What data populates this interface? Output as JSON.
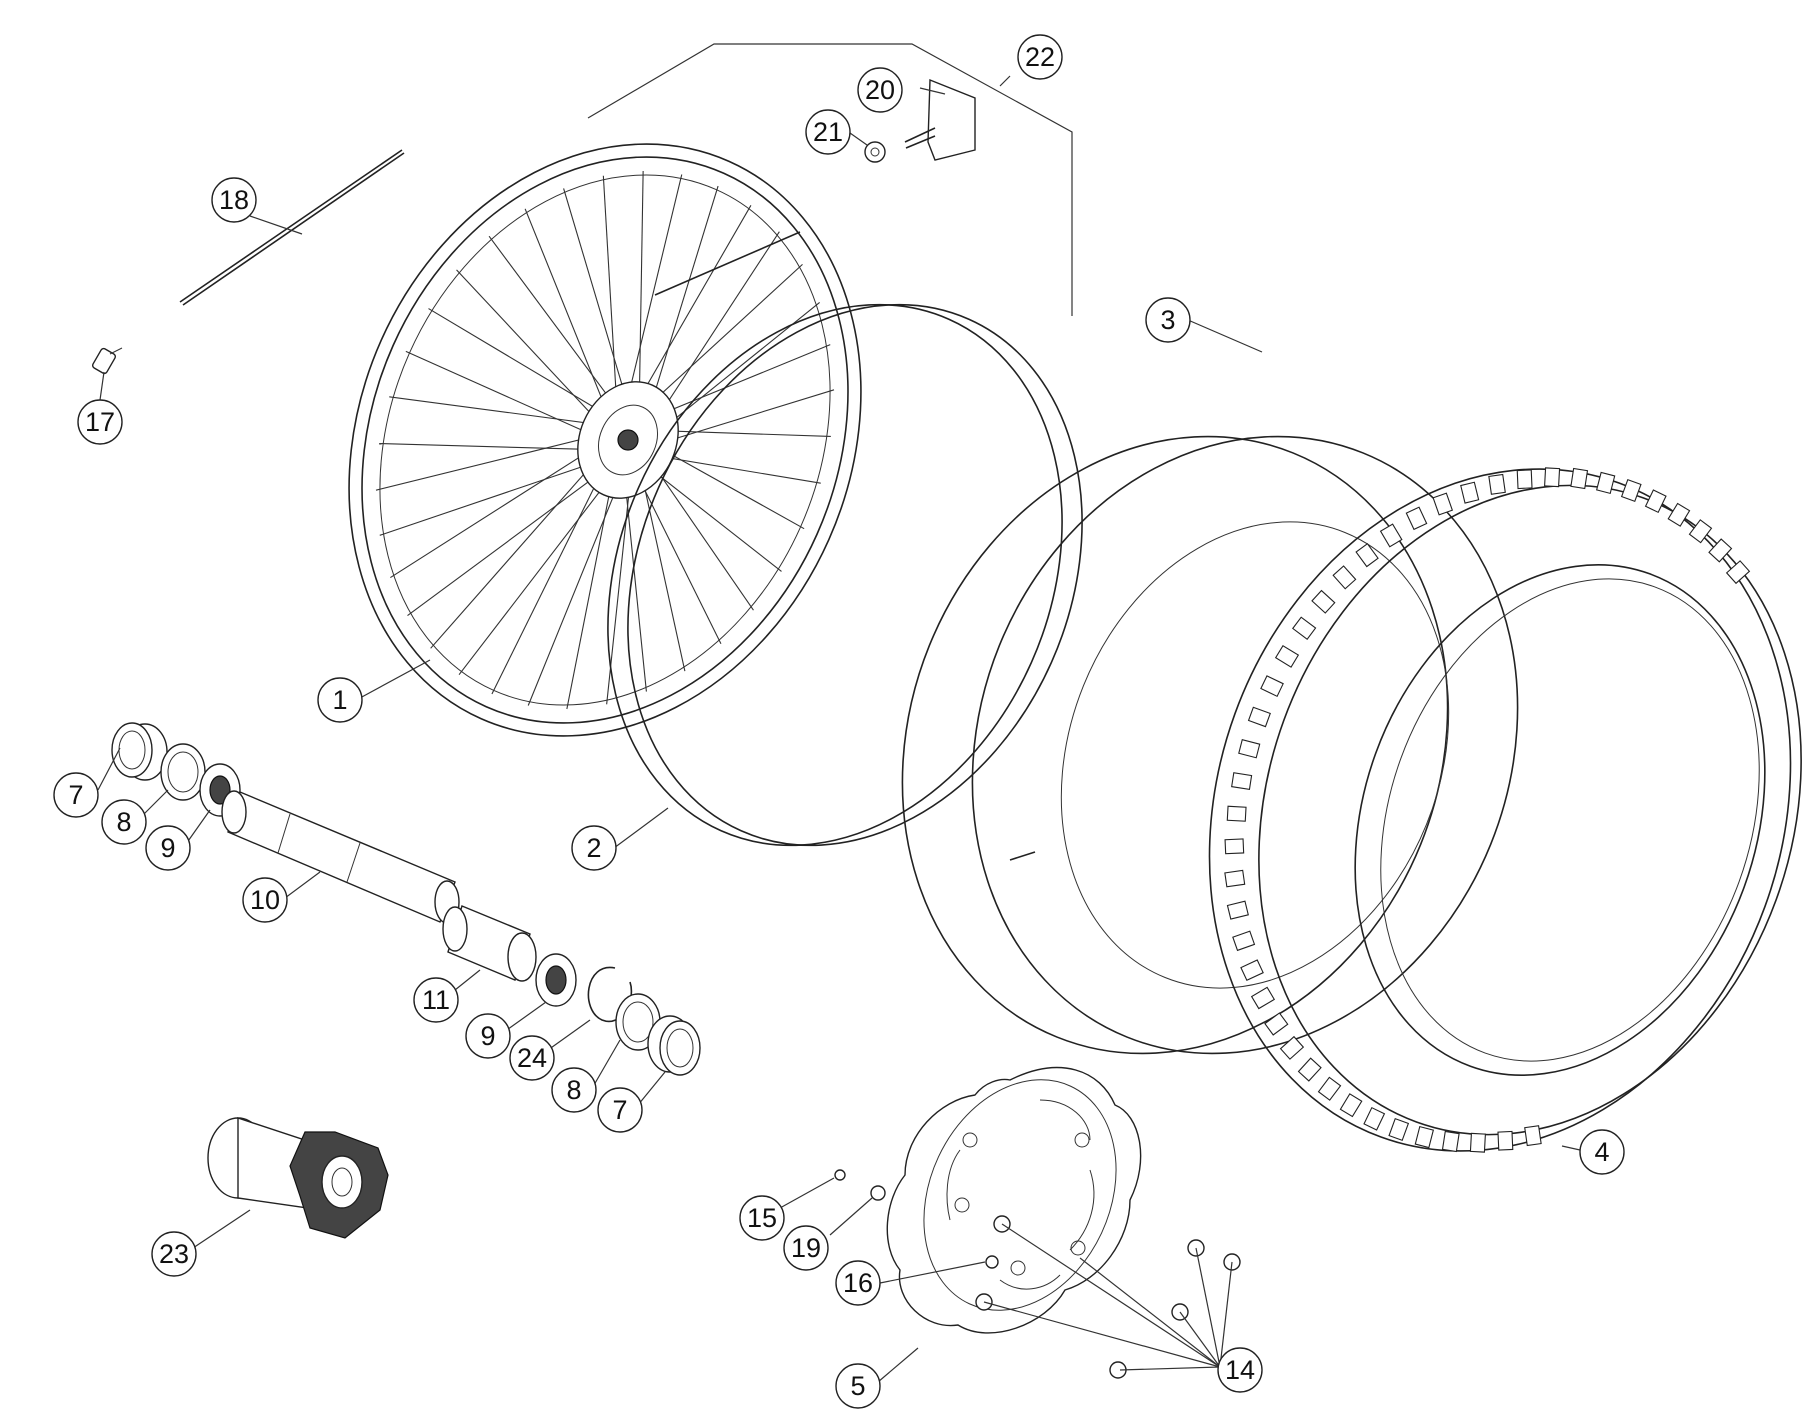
{
  "callouts": [
    {
      "id": "1",
      "label": "1"
    },
    {
      "id": "2",
      "label": "2"
    },
    {
      "id": "3",
      "label": "3"
    },
    {
      "id": "4",
      "label": "4"
    },
    {
      "id": "5",
      "label": "5"
    },
    {
      "id": "7a",
      "label": "7"
    },
    {
      "id": "7b",
      "label": "7"
    },
    {
      "id": "8a",
      "label": "8"
    },
    {
      "id": "8b",
      "label": "8"
    },
    {
      "id": "9a",
      "label": "9"
    },
    {
      "id": "9b",
      "label": "9"
    },
    {
      "id": "10",
      "label": "10"
    },
    {
      "id": "11",
      "label": "11"
    },
    {
      "id": "14a",
      "label": "14"
    },
    {
      "id": "14b",
      "label": "14"
    },
    {
      "id": "15",
      "label": "15"
    },
    {
      "id": "16",
      "label": "16"
    },
    {
      "id": "17",
      "label": "17"
    },
    {
      "id": "18",
      "label": "18"
    },
    {
      "id": "19",
      "label": "19"
    },
    {
      "id": "20",
      "label": "20"
    },
    {
      "id": "21",
      "label": "21"
    },
    {
      "id": "22",
      "label": "22"
    },
    {
      "id": "23",
      "label": "23"
    },
    {
      "id": "24",
      "label": "24"
    }
  ]
}
